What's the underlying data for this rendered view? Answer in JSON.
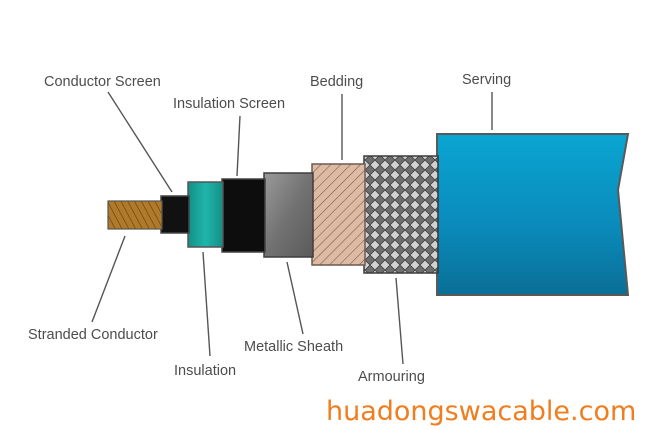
{
  "labels": {
    "conductor_screen": "Conductor Screen",
    "insulation_screen": "Insulation Screen",
    "bedding": "Bedding",
    "serving": "Serving",
    "stranded_conductor": "Stranded Conductor",
    "insulation": "Insulation",
    "metallic_sheath": "Metallic Sheath",
    "armouring": "Armouring"
  },
  "watermark": "huadongswacable.com",
  "colors": {
    "conductor": "#b07a2a",
    "conductor_screen": "#111111",
    "insulation": "#1aa39a",
    "insulation_screen": "#0d0d0d",
    "metallic_sheath": "#7a7a7a",
    "bedding": "#d9b7a0",
    "armouring": "#8e8e8e",
    "serving": "#0b8fbf",
    "label_text": "#4d4d4d",
    "watermark": "#f07d1e"
  }
}
